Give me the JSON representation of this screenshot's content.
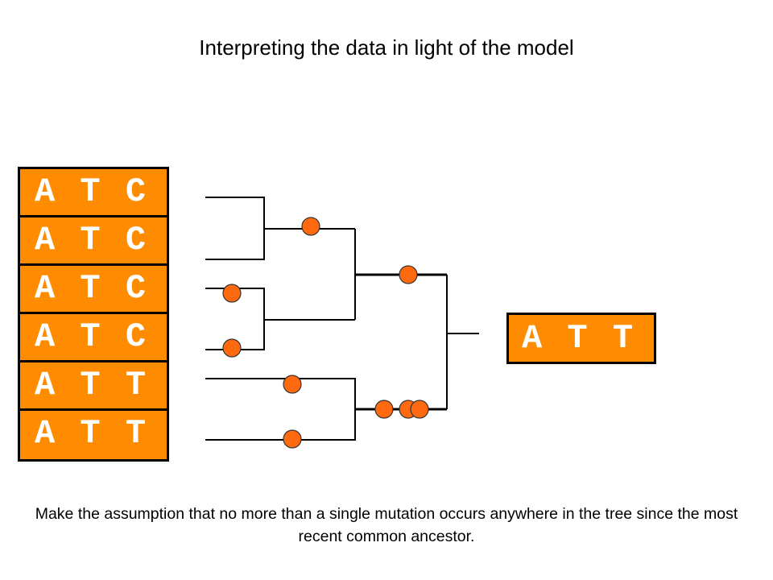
{
  "slide": {
    "title": "Interpreting the data in light of the model",
    "caption": "Make the assumption that no more than a single mutation occurs anywhere in the tree since the most recent common ancestor."
  },
  "sequences": [
    "A T C",
    "A T C",
    "A T C",
    "A T C",
    "A T T",
    "A T T"
  ],
  "ancestor": "A T T",
  "colors": {
    "box_fill": "#ff8c00",
    "mutation_dot": "#ff6a10",
    "line": "#000000"
  }
}
